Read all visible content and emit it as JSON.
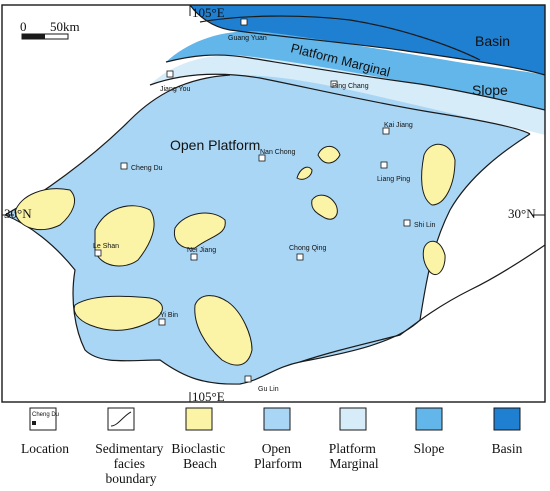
{
  "colors": {
    "basin": "#1f7fd1",
    "slope": "#62b6ea",
    "platform_marginal": "#d6ecf9",
    "open_platform": "#a9d6f5",
    "bioclastic_beach": "#fbf3a6",
    "outline": "#1a1a1a"
  },
  "scale_bar": {
    "zero": "0",
    "distance": "50km"
  },
  "longitude": {
    "top": "105°E",
    "bottom": "105°E"
  },
  "latitude": {
    "left": "30°N",
    "right": "30°N"
  },
  "zones": {
    "basin": "Basin",
    "slope": "Slope",
    "platform_marginal": "Platform Marginal",
    "open_platform": "Open Platform"
  },
  "locations": [
    {
      "name": "Guang Yuan"
    },
    {
      "name": "Jiang You"
    },
    {
      "name": "Ping Chang"
    },
    {
      "name": "Kai Jiang"
    },
    {
      "name": "Cheng Du"
    },
    {
      "name": "Nan Chong"
    },
    {
      "name": "Liang Ping"
    },
    {
      "name": "Le Shan"
    },
    {
      "name": "Nei Jiang"
    },
    {
      "name": "Chong Qing"
    },
    {
      "name": "Shi Lin"
    },
    {
      "name": "Yi Bin"
    },
    {
      "name": "Gu Lin"
    }
  ],
  "legend": {
    "sample_label": "Cheng Du",
    "items": [
      {
        "key": "location",
        "lines": [
          "Location"
        ]
      },
      {
        "key": "boundary",
        "lines": [
          "Sedimentary",
          "facies",
          "boundary"
        ]
      },
      {
        "key": "bioclastic_beach",
        "lines": [
          "Bioclastic",
          "Beach"
        ]
      },
      {
        "key": "open_platform",
        "lines": [
          "Open",
          "Plarform"
        ]
      },
      {
        "key": "platform_marginal",
        "lines": [
          "Platform",
          "Marginal"
        ]
      },
      {
        "key": "slope",
        "lines": [
          "Slope"
        ]
      },
      {
        "key": "basin",
        "lines": [
          "Basin"
        ]
      }
    ]
  }
}
